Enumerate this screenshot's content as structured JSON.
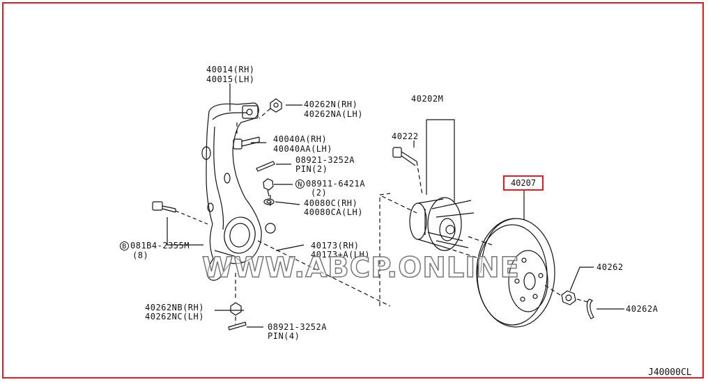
{
  "labels": {
    "knuckle_rh": "40014(RH)",
    "knuckle_lh": "40015(LH)",
    "nut_n_rh": "40262N(RH)",
    "nut_na_lh": "40262NA(LH)",
    "bolt_a_rh": "40040A(RH)",
    "bolt_aa_lh": "40040AA(LH)",
    "pin_1": "08921-3252A",
    "pin_1_qty": "PIN(2)",
    "nut_08911": "08911-6421A",
    "nut_08911_qty": "(2)",
    "nut_08911_marker": "N",
    "washer_rh": "40080C(RH)",
    "washer_lh": "40080CA(LH)",
    "bolt_b_marker": "B",
    "bolt_b": "081B4-2355M",
    "bolt_b_qty": "(8)",
    "arm_rh": "40173(RH)",
    "arm_lh": "40173+A(LH)",
    "hub_assy": "40202M",
    "hub_bolt": "40222",
    "rotor": "40207",
    "nut_40262": "40262",
    "pin_40262a": "40262A",
    "nut_nb_rh": "40262NB(RH)",
    "nut_nc_lh": "40262NC(LH)",
    "pin_2": "08921-3252A",
    "pin_2_qty": "PIN(4)",
    "watermark": "WWW.ABCP.ONLINE",
    "diagram_code": "J40000CL"
  },
  "colors": {
    "highlight": "#e11b22",
    "ink": "#111111"
  }
}
